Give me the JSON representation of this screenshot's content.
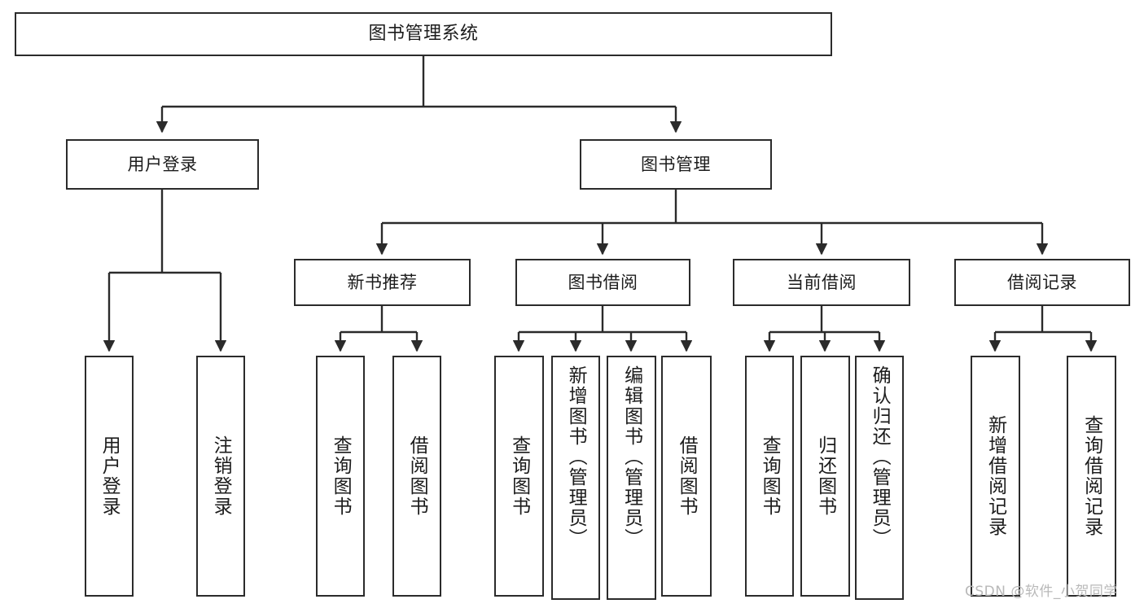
{
  "diagram": {
    "type": "tree",
    "title": "图书管理系统",
    "stroke_color": "#2b2b2b",
    "background_color": "#ffffff",
    "text_color": "#1c1c1c",
    "root": {
      "label": "图书管理系统"
    },
    "level2": [
      {
        "label": "用户登录"
      },
      {
        "label": "图书管理"
      }
    ],
    "level3": [
      {
        "label": "新书推荐"
      },
      {
        "label": "图书借阅"
      },
      {
        "label": "当前借阅"
      },
      {
        "label": "借阅记录"
      }
    ],
    "leaves": {
      "user_login": [
        {
          "label": "用户登录"
        },
        {
          "label": "注销登录"
        }
      ],
      "new_book_recommend": [
        {
          "label": "查询图书"
        },
        {
          "label": "借阅图书"
        }
      ],
      "book_borrow": [
        {
          "label": "查询图书"
        },
        {
          "label": "新增图书（管理员）"
        },
        {
          "label": "编辑图书（管理员）"
        },
        {
          "label": "借阅图书"
        }
      ],
      "current_borrow": [
        {
          "label": "查询图书"
        },
        {
          "label": "归还图书"
        },
        {
          "label": "确认归还（管理员）"
        }
      ],
      "borrow_record": [
        {
          "label": "新增借阅记录"
        },
        {
          "label": "查询借阅记录"
        }
      ]
    }
  },
  "watermark": {
    "text": "CSDN @软件_小贺同学",
    "color": "#b9b9b9"
  }
}
